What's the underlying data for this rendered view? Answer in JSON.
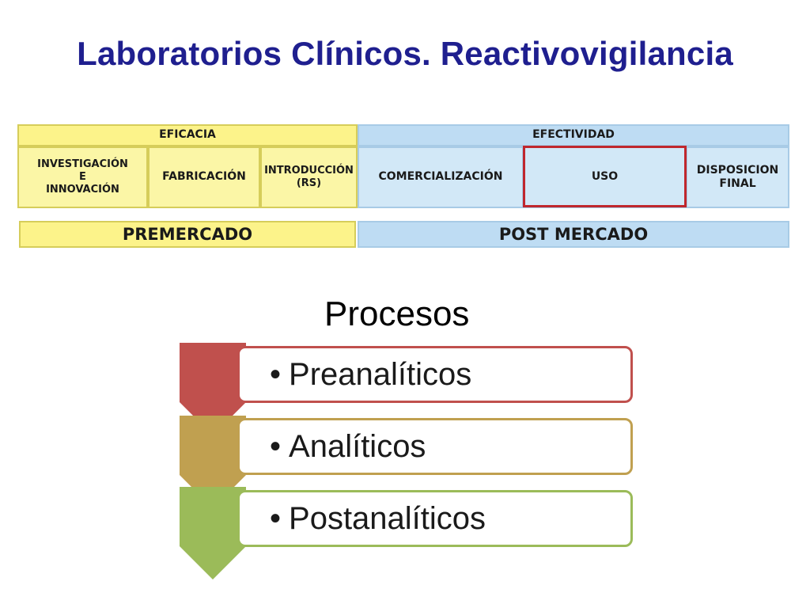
{
  "title": "Laboratorios Clínicos.  Reactivovigilancia",
  "lifecycle": {
    "eficacia": "EFICACIA",
    "efectividad": "EFECTIVIDAD",
    "stages": [
      "INVESTIGACIÓN\nE\nINNOVACIÓN",
      "FABRICACIÓN",
      "INTRODUCCIÓN\n(RS)",
      "COMERCIALIZACIÓN",
      "USO",
      "DISPOSICION\nFINAL"
    ],
    "premercado": "PREMERCADO",
    "postmercado": "POST MERCADO",
    "highlighted_stage": "USO",
    "highlight_color": "#c0272d"
  },
  "procesos": {
    "heading": "Procesos",
    "steps": [
      {
        "label": "Preanalíticos",
        "color": "#c0504d"
      },
      {
        "label": "Analíticos",
        "color": "#c0a050"
      },
      {
        "label": "Postanalíticos",
        "color": "#9bbb59"
      }
    ],
    "bullet": "•"
  }
}
